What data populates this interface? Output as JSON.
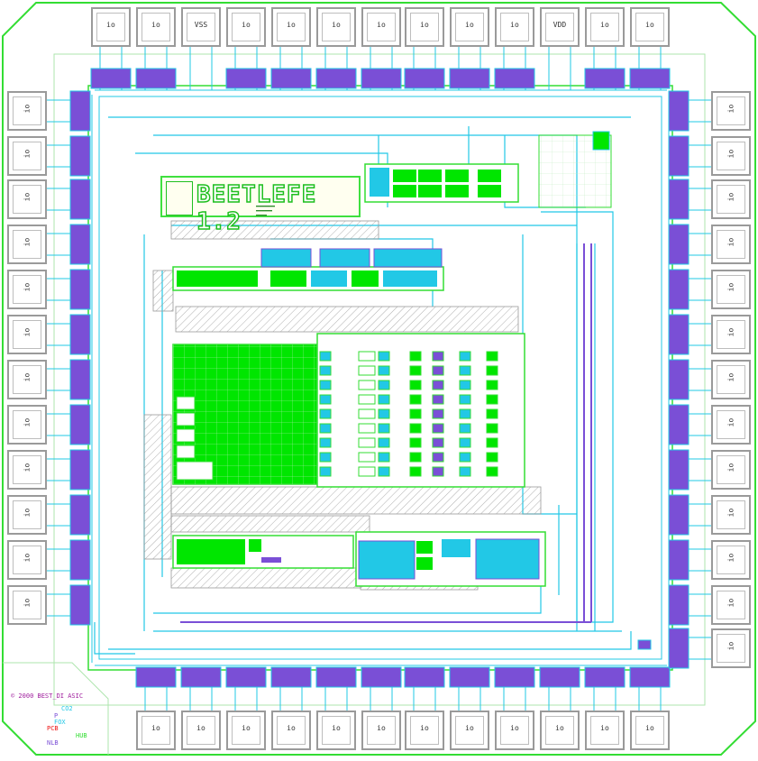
{
  "chip": {
    "title": "BEETLEFE 1.2",
    "copyright": "© 2000 BEST_DI ASIC",
    "legend": [
      "CO2",
      "P",
      "FOX",
      "PCB",
      "HUB",
      "NLB"
    ]
  },
  "pads": {
    "top": [
      "io",
      "io",
      "VSS",
      "io",
      "io",
      "io",
      "io",
      "io",
      "io",
      "io",
      "VDD",
      "io",
      "io"
    ],
    "bottom": [
      "io",
      "io",
      "io",
      "io",
      "io",
      "io",
      "io",
      "io",
      "io",
      "io",
      "io",
      "io"
    ],
    "left": [
      "io",
      "io",
      "io",
      "io",
      "io",
      "io",
      "io",
      "io",
      "io",
      "io",
      "io",
      "io"
    ],
    "right": [
      "io",
      "io",
      "io",
      "io",
      "io",
      "io",
      "io",
      "io",
      "io",
      "io",
      "io",
      "io",
      "io"
    ]
  },
  "colors": {
    "outline": "#33dd33",
    "metal": "#22c8e6",
    "poly": "#7a4fd6",
    "active": "#00e600",
    "hatch": "#9a9a9a",
    "pad_border": "#9a9a9a"
  }
}
